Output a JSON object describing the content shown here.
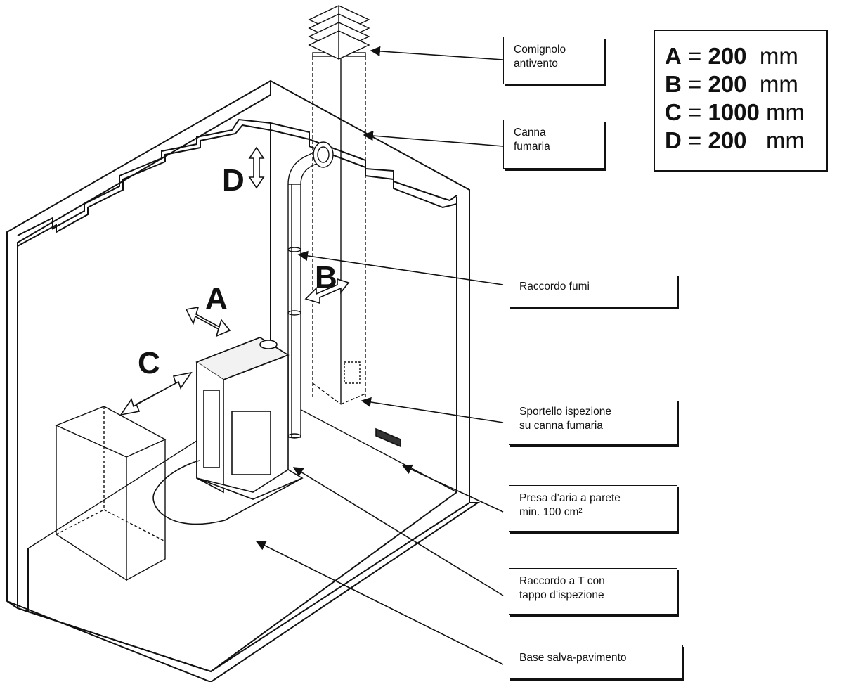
{
  "legend": {
    "rows": [
      {
        "letter": "A",
        "eq": "=",
        "value": "200",
        "unit": "mm"
      },
      {
        "letter": "B",
        "eq": "=",
        "value": "200",
        "unit": "mm"
      },
      {
        "letter": "C",
        "eq": "=",
        "value": "1000",
        "unit": "mm"
      },
      {
        "letter": "D",
        "eq": "=",
        "value": "200",
        "unit": "mm"
      }
    ]
  },
  "letters": {
    "a": "A",
    "b": "B",
    "c": "C",
    "d": "D"
  },
  "callouts": {
    "comignolo": {
      "line1": "Comignolo",
      "line2": "antivento"
    },
    "canna": {
      "line1": "Canna",
      "line2": "fumaria"
    },
    "raccordo_fumi": {
      "line1": "Raccordo fumi"
    },
    "sportello": {
      "line1": "Sportello ispezione",
      "line2": "su canna fumaria"
    },
    "presa": {
      "line1": "Presa d’aria a parete",
      "line2": "min. 100 cm²"
    },
    "raccordo_t": {
      "line1": "Raccordo a T con",
      "line2": "tappo d’ispezione"
    },
    "base": {
      "line1": "Base salva-pavimento"
    }
  }
}
